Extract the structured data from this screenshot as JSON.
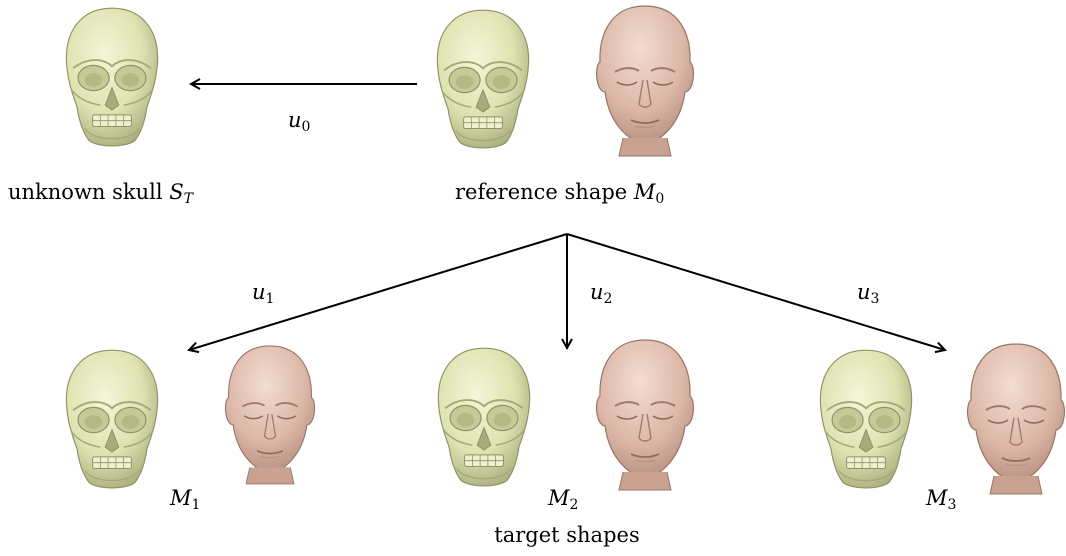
{
  "labels": {
    "unknown_skull": "unknown skull",
    "unknown_skull_var": "S",
    "unknown_skull_sub": "T",
    "reference_shape": "reference shape",
    "reference_var": "M",
    "reference_sub": "0",
    "target_shapes": "target shapes",
    "u0": "u",
    "u0_sub": "0",
    "u1": "u",
    "u1_sub": "1",
    "u2": "u",
    "u2_sub": "2",
    "u3": "u",
    "u3_sub": "3",
    "m1": "M",
    "m1_sub": "1",
    "m2": "M",
    "m2_sub": "2",
    "m3": "M",
    "m3_sub": "3"
  },
  "colors": {
    "skull": "#dfe3b2",
    "skull_shadow": "#9ea373",
    "face": "#dcb8a8",
    "face_shadow": "#a98272",
    "arrow": "#000000"
  },
  "icons": {
    "skull": "skull-icon",
    "face": "face-icon"
  }
}
